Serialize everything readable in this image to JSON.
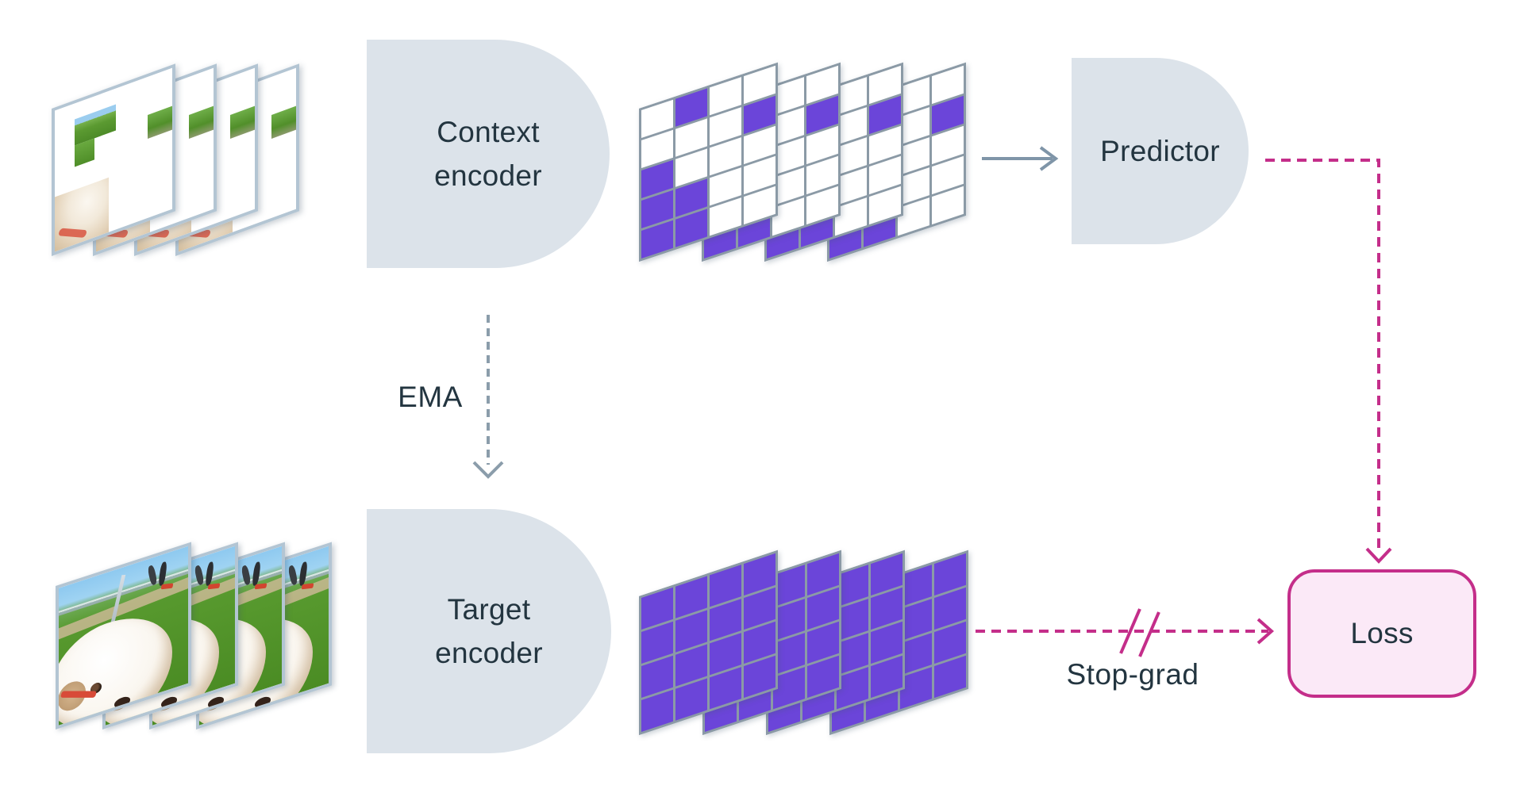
{
  "blocks": {
    "context_encoder": {
      "label": "Context\nencoder"
    },
    "predictor": {
      "label": "Predictor"
    },
    "target_encoder": {
      "label": "Target\nencoder"
    },
    "loss": {
      "label": "Loss"
    }
  },
  "edges": {
    "ema_label": "EMA",
    "stop_grad_label": "Stop-grad"
  },
  "grids": {
    "context_tokens": {
      "sheets": 4,
      "cols": 4,
      "rows": 5,
      "pattern": [
        [
          0,
          1,
          0,
          0
        ],
        [
          0,
          0,
          0,
          1
        ],
        [
          1,
          0,
          0,
          0
        ],
        [
          1,
          1,
          0,
          0
        ],
        [
          1,
          1,
          0,
          0
        ]
      ]
    },
    "target_tokens": {
      "sheets": 4,
      "cols": 4,
      "rows": 4,
      "pattern": [
        [
          1,
          1,
          1,
          1
        ],
        [
          1,
          1,
          1,
          1
        ],
        [
          1,
          1,
          1,
          1
        ],
        [
          1,
          1,
          1,
          1
        ]
      ]
    }
  },
  "stacks": {
    "masked_frames": 4,
    "full_frames": 4
  },
  "colors": {
    "purple": "#6b45d9",
    "grid_line": "#8b9aa6",
    "block_fill": "#dce3ea",
    "text_dark": "#233540",
    "arrow_gray": "#7f95a8",
    "dash_gray": "#8b9dab",
    "magenta": "#c42e8a",
    "loss_fill": "#fbe9f7",
    "frame_border": "#b3c5d3"
  }
}
